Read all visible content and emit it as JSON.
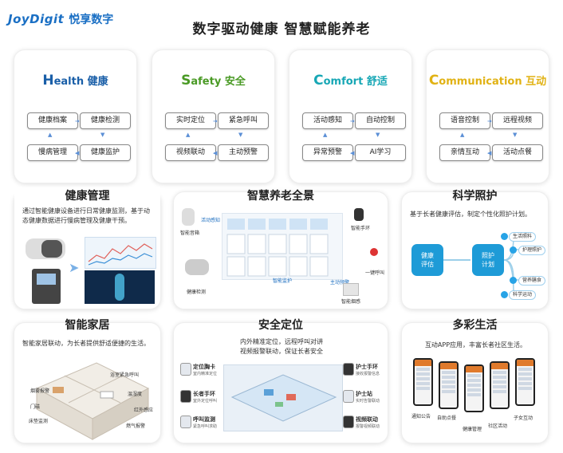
{
  "logo": {
    "brand": "JoyDigit",
    "name_cn": "悦享数字"
  },
  "page_title": "数字驱动健康 智慧赋能养老",
  "categories": [
    {
      "initial": "H",
      "rest": "ealth",
      "cn": "健康",
      "color": "#1a5fa8",
      "boxes": [
        "健康档案",
        "健康检测",
        "慢病管理",
        "健康监护"
      ]
    },
    {
      "initial": "S",
      "rest": "afety",
      "cn": "安全",
      "color": "#4a9a25",
      "boxes": [
        "实时定位",
        "紧急呼叫",
        "视频联动",
        "主动预警"
      ]
    },
    {
      "initial": "C",
      "rest": "omfort",
      "cn": "舒适",
      "color": "#17a7b5",
      "boxes": [
        "活动感知",
        "自动控制",
        "异常预警",
        "AI学习"
      ]
    },
    {
      "initial": "C",
      "rest": "ommunication",
      "cn": "互动",
      "color": "#e1b214",
      "boxes": [
        "语音控制",
        "远程视频",
        "亲情互动",
        "活动点餐"
      ]
    }
  ],
  "health_mgmt": {
    "title": "健康管理",
    "desc": "通过智能健康设备进行日常健康监测，基于动态健康数据进行慢病管理及健康干预。"
  },
  "panorama": {
    "title": "智慧养老全景",
    "labels": [
      "智能音箱",
      "活动感知",
      "智能手环",
      "健康检测",
      "一键呼叫",
      "智能监护",
      "主动预警",
      "智能烟感"
    ]
  },
  "care": {
    "title": "科学照护",
    "desc": "基于长者健康评估，制定个性化照护计划。",
    "left": "健康\n评估",
    "right": "照护\n计划",
    "items": [
      "生活照料",
      "护理照护",
      "营养膳食",
      "科学运动"
    ]
  },
  "home": {
    "title": "智能家居",
    "desc": "智能家居联动，为长者提供舒适便捷的生活。",
    "labels": [
      "浴室紧急呼叫",
      "烟雾报警",
      "温湿度",
      "门磁",
      "红外感应",
      "床垫监测",
      "燃气报警"
    ]
  },
  "location": {
    "title": "安全定位",
    "desc_line1": "内外精准定位，远程呼叫对讲",
    "desc_line2": "视频报警联动，保证长者安全",
    "items": [
      {
        "title": "定位胸卡",
        "sub": "室内精准定位"
      },
      {
        "title": "长者手环",
        "sub": "室外定位呼叫"
      },
      {
        "title": "呼叫监测",
        "sub": "紧急呼叫求助"
      },
      {
        "title": "护士手环",
        "sub": "接收报警信息"
      },
      {
        "title": "护士站",
        "sub": "实时告警联动"
      },
      {
        "title": "视频联动",
        "sub": "报警视频联动"
      }
    ]
  },
  "life": {
    "title": "多彩生活",
    "desc": "互动APP应用，丰富长者社区生活。",
    "phones": [
      "通知公告",
      "自助点餐",
      "健康管理",
      "社区活动",
      "子女互动"
    ]
  },
  "colors": {
    "accent": "#1e9bd7",
    "brand": "#1a6fc4"
  }
}
